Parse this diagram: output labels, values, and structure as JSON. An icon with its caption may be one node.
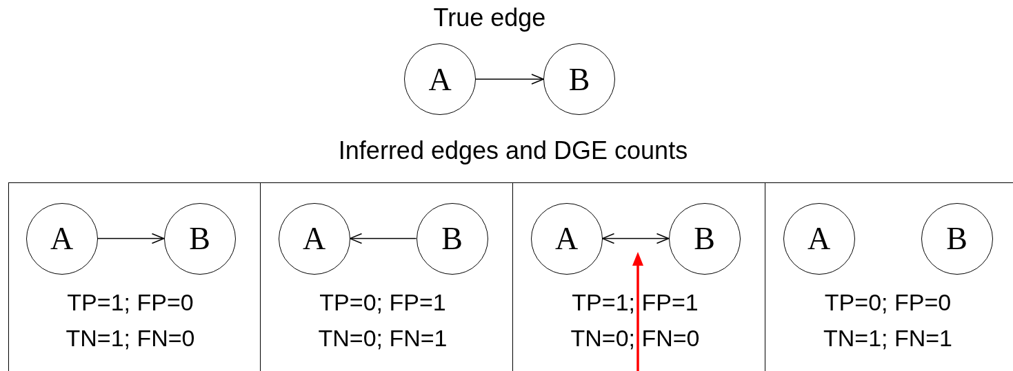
{
  "diagram": {
    "title": "True edge",
    "nodes": [
      {
        "text": [
          "A"
        ]
      },
      {
        "text": [
          "B"
        ]
      },
      {
        "text": [
          "Inferred edges and DGE counts"
        ]
      },
      {
        "text": [
          "TP=1; FP=0",
          "TN=1; FN=0"
        ],
        "in": 2
      },
      {
        "text": [
          "A"
        ],
        "in": 3
      },
      {
        "text": [
          "B"
        ],
        "in": 3
      },
      {
        "text": [
          "TP=0; FP=1",
          "TN=0; FN=1"
        ],
        "in": 2
      },
      {
        "text": [
          "A"
        ],
        "in": 6
      },
      {
        "text": [
          "B"
        ],
        "in": 6
      },
      {
        "text": [
          "TP=1; FP=1",
          "TN=0; FN=0"
        ],
        "in": 2
      },
      {
        "text": [
          "A"
        ],
        "in": 9
      },
      {
        "text": [
          "B"
        ],
        "in": 9
      },
      {
        "text": [
          "TP=0; FP=0",
          "TN=1; FN=1"
        ],
        "in": 2
      },
      {
        "text": [
          "A"
        ],
        "in": 12
      },
      {
        "text": [
          "B"
        ],
        "in": 12
      }
    ],
    "edges": [
      {
        "from": 0,
        "to": 1,
        "arrow": "to"
      },
      {
        "from": 4,
        "to": 5,
        "arrow": "to"
      },
      {
        "from": 8,
        "to": 7,
        "arrow": "to"
      },
      {
        "from": 10,
        "to": 11,
        "arrow": "both"
      }
    ]
  }
}
